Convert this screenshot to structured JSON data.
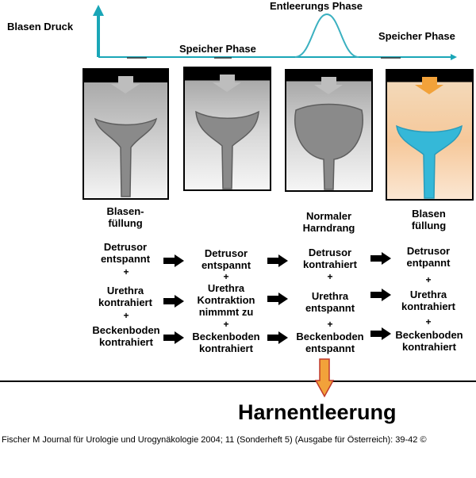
{
  "header": {
    "pressure_label": "Blasen  Druck",
    "storage_phase_1": "Speicher Phase",
    "voiding_phase": "Entleerungs Phase",
    "storage_phase_2": "Speicher Phase"
  },
  "stages": [
    {
      "caption": "Blasen-\nfüllung",
      "detrusor": "Detrusor\nentspannt",
      "urethra": "Urethra\nkontrahiert",
      "pelvic": "Beckenboden\nkontrahiert"
    },
    {
      "caption": "",
      "detrusor": "Detrusor\nentspannt",
      "urethra": "Urethra\nKontraktion\nnimmmt zu",
      "pelvic": "Beckenboden\nkontrahiert"
    },
    {
      "caption": "Normaler\nHarndrang",
      "detrusor": "Detrusor\nkontrahiert",
      "urethra": "Urethra\nentspannt",
      "pelvic": "Beckenboden\nentspannt"
    },
    {
      "caption": "Blasen\nfüllung",
      "detrusor": "Detrusor\nentpannt",
      "urethra": "Urethra\nkontrahiert",
      "pelvic": "Beckenboden\nkontrahiert"
    }
  ],
  "plus_sign": "+",
  "result_label": "Harnentleerung",
  "citation": "Fischer M Journal für Urologie und Urogynäkologie 2004; 11 (Sonderheft 5) (Ausgabe für Österreich): 39-42 ©",
  "colors": {
    "axis_teal": "#1aa6b7",
    "pressure_curve": "#3ab0c0",
    "fill_arrow_orange": "#f2a23a",
    "bladder_blue": "#35b8d8",
    "panel_gray": "#b9b9b9"
  },
  "icons": {
    "down_arrow": "down-arrow-icon",
    "right_arrow": "right-arrow-icon"
  }
}
